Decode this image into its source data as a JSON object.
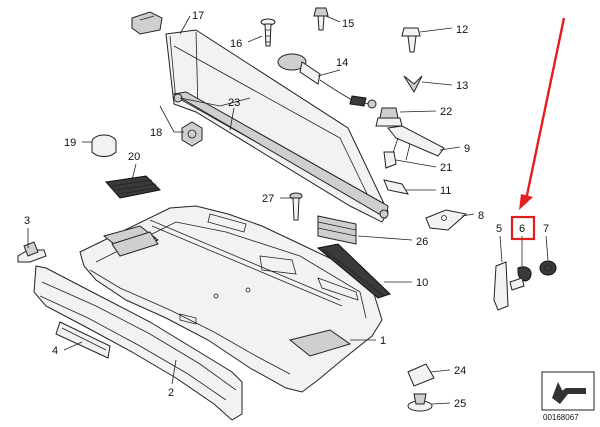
{
  "callouts": [
    {
      "id": "c1",
      "label": "1"
    },
    {
      "id": "c2",
      "label": "2"
    },
    {
      "id": "c3",
      "label": "3"
    },
    {
      "id": "c4",
      "label": "4"
    },
    {
      "id": "c5",
      "label": "5"
    },
    {
      "id": "c6",
      "label": "6"
    },
    {
      "id": "c7",
      "label": "7"
    },
    {
      "id": "c8",
      "label": "8"
    },
    {
      "id": "c9",
      "label": "9"
    },
    {
      "id": "c10",
      "label": "10"
    },
    {
      "id": "c11",
      "label": "11"
    },
    {
      "id": "c12",
      "label": "12"
    },
    {
      "id": "c13",
      "label": "13"
    },
    {
      "id": "c14",
      "label": "14"
    },
    {
      "id": "c15",
      "label": "15"
    },
    {
      "id": "c16",
      "label": "16"
    },
    {
      "id": "c17",
      "label": "17"
    },
    {
      "id": "c18",
      "label": "18"
    },
    {
      "id": "c19",
      "label": "19"
    },
    {
      "id": "c20",
      "label": "20"
    },
    {
      "id": "c21",
      "label": "21"
    },
    {
      "id": "c22",
      "label": "22"
    },
    {
      "id": "c23",
      "label": "23"
    },
    {
      "id": "c24",
      "label": "24"
    },
    {
      "id": "c25",
      "label": "25"
    },
    {
      "id": "c26",
      "label": "26"
    },
    {
      "id": "c27",
      "label": "27"
    }
  ],
  "highlight": {
    "label": "6",
    "color": "#e41e1e"
  },
  "arrow_color": "#e41e1e",
  "diagram_number": "00168067"
}
